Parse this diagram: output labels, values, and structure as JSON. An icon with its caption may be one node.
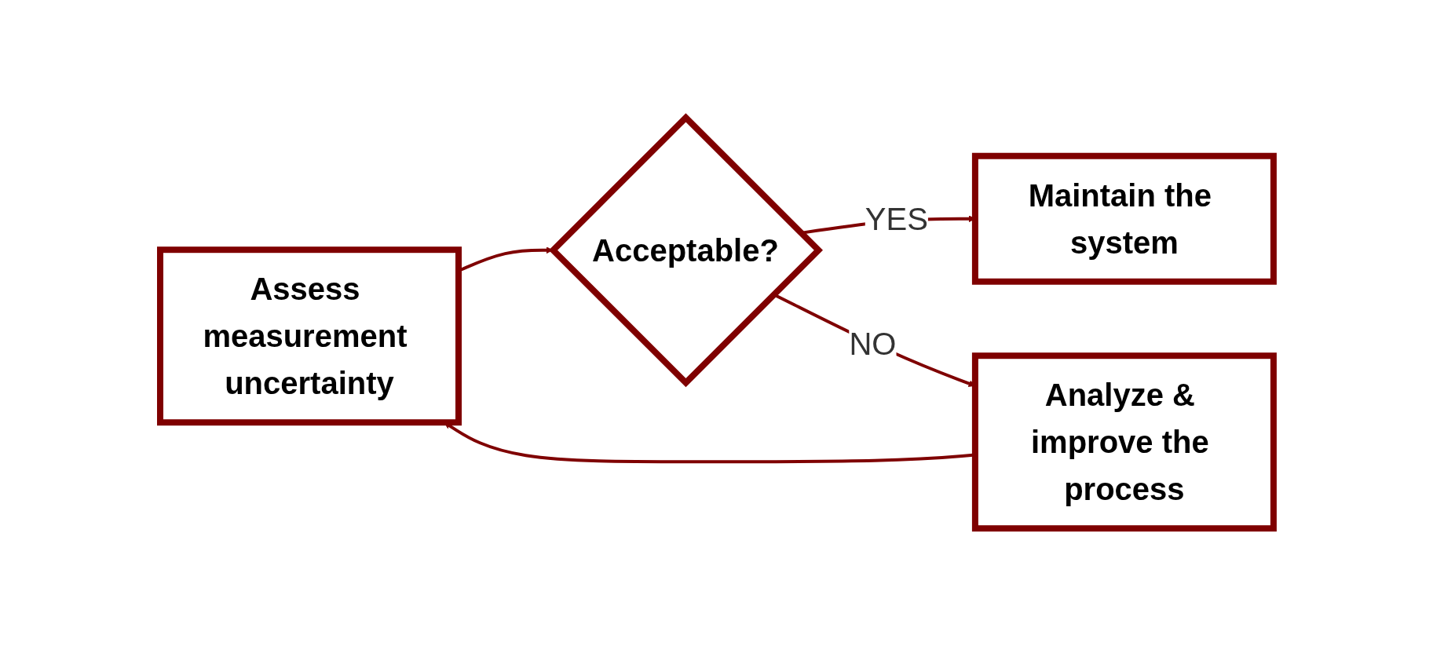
{
  "diagram": {
    "nodes": [
      {
        "text": [
          "Assess measurement uncertainty"
        ]
      },
      {
        "text": [
          "Acceptable?"
        ]
      },
      {
        "text": [
          "Maintain the system"
        ]
      },
      {
        "text": [
          "Analyze & improve the process"
        ]
      }
    ],
    "edges": [
      {
        "from": 0,
        "to": 1,
        "arrow": "to"
      },
      {
        "from": 1,
        "to": 2,
        "arrow": "to",
        "label": "YES"
      },
      {
        "from": 1,
        "to": 3,
        "arrow": "to",
        "label": "NO"
      },
      {
        "from": 3,
        "to": 0,
        "arrow": "to"
      }
    ]
  }
}
